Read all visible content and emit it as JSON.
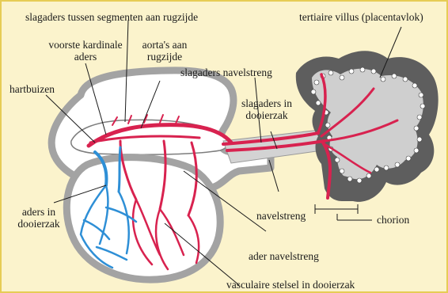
{
  "labels": {
    "intersegmental_arteries": "slagaders tussen segmenten aan rugzijde",
    "cardinal_veins_1": "voorste kardinale",
    "cardinal_veins_2": "aders",
    "dorsal_aortas_1": "aorta's aan",
    "dorsal_aortas_2": "rugzijde",
    "heart_tubes": "hartbuizen",
    "umbilical_arteries": "slagaders navelstreng",
    "vitelline_arteries_1": "slagaders in",
    "vitelline_arteries_2": "dooierzak",
    "tertiary_villus": "tertiaire villus (placentavlok)",
    "vitelline_veins_1": "aders in",
    "vitelline_veins_2": "dooierzak",
    "umbilical_cord": "navelstreng",
    "chorion": "chorion",
    "umbilical_vein": "ader navelstreng",
    "yolk_sac_vascular": "vasculaire stelsel in dooierzak"
  },
  "colors": {
    "background": "#fbf3cc",
    "border": "#e6cc55",
    "artery": "#d8224f",
    "vein": "#2e8fd6",
    "membrane": "#9a9a9a",
    "villus": "#555555"
  }
}
